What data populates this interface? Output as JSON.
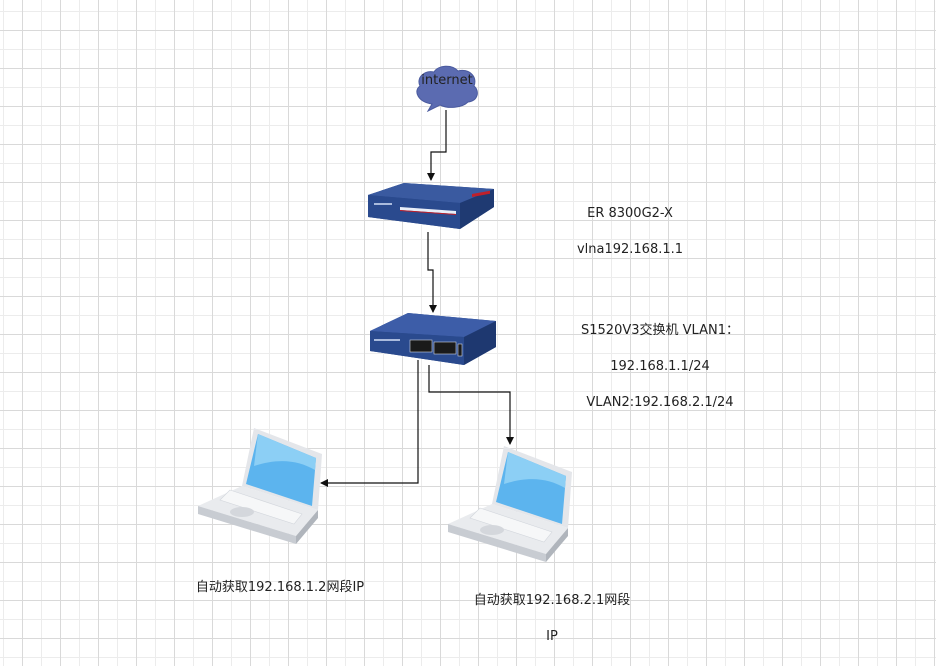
{
  "nodes": {
    "internet": {
      "label": "internet",
      "icon": "cloud-icon",
      "color": "#5b6bb1"
    },
    "router": {
      "icon": "router-icon",
      "label_line1": "ER 8300G2-X",
      "label_line2": "vlna192.168.1.1"
    },
    "switch": {
      "icon": "switch-icon",
      "label_line1": "S1520V3交换机   VLAN1：",
      "label_line2": "192.168.1.1/24",
      "label_line3": "VLAN2:192.168.2.1/24"
    },
    "laptop1": {
      "icon": "laptop-icon",
      "label": "自动获取192.168.1.2网段IP"
    },
    "laptop2": {
      "icon": "laptop-icon",
      "label_line1": "自动获取192.168.2.1网段",
      "label_line2": "IP"
    }
  },
  "edges": [
    {
      "from": "internet",
      "to": "router"
    },
    {
      "from": "router",
      "to": "switch"
    },
    {
      "from": "switch",
      "to": "laptop1"
    },
    {
      "from": "switch",
      "to": "laptop2"
    }
  ],
  "colors": {
    "device_blue": "#2c4a8c",
    "screen_blue": "#5cb4ee",
    "wire": "#111111"
  }
}
